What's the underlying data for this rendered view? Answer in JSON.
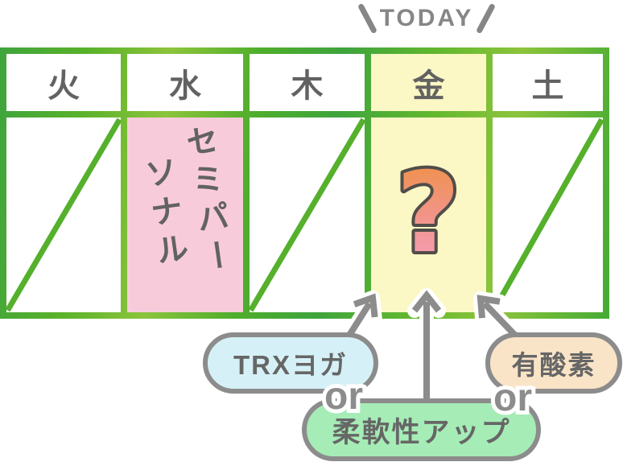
{
  "header": {
    "today_label": "TODAY"
  },
  "schedule": {
    "days": [
      {
        "label": "火",
        "state": "crossed-out"
      },
      {
        "label": "水",
        "state": "booked",
        "activity_full": "セミパーソナル",
        "activity_lines": [
          "セミパー",
          "ソナル"
        ],
        "highlight": "#f8cbdb"
      },
      {
        "label": "木",
        "state": "crossed-out"
      },
      {
        "label": "金",
        "state": "today-open",
        "placeholder_mark": "?",
        "highlight": "#fbf8c6"
      },
      {
        "label": "土",
        "state": "crossed-out"
      }
    ]
  },
  "options": {
    "connector_label": "or",
    "items": [
      {
        "label": "TRXヨガ",
        "color": "#d5f1f7"
      },
      {
        "label": "柔軟性アップ",
        "color": "#a6ecb6"
      },
      {
        "label": "有酸素",
        "color": "#fae4c7"
      }
    ]
  },
  "colors": {
    "grid_green": "#55b02c",
    "accent_gray": "#8c8c8c",
    "question_orange": "#f0913a",
    "question_pink": "#f184c0"
  }
}
